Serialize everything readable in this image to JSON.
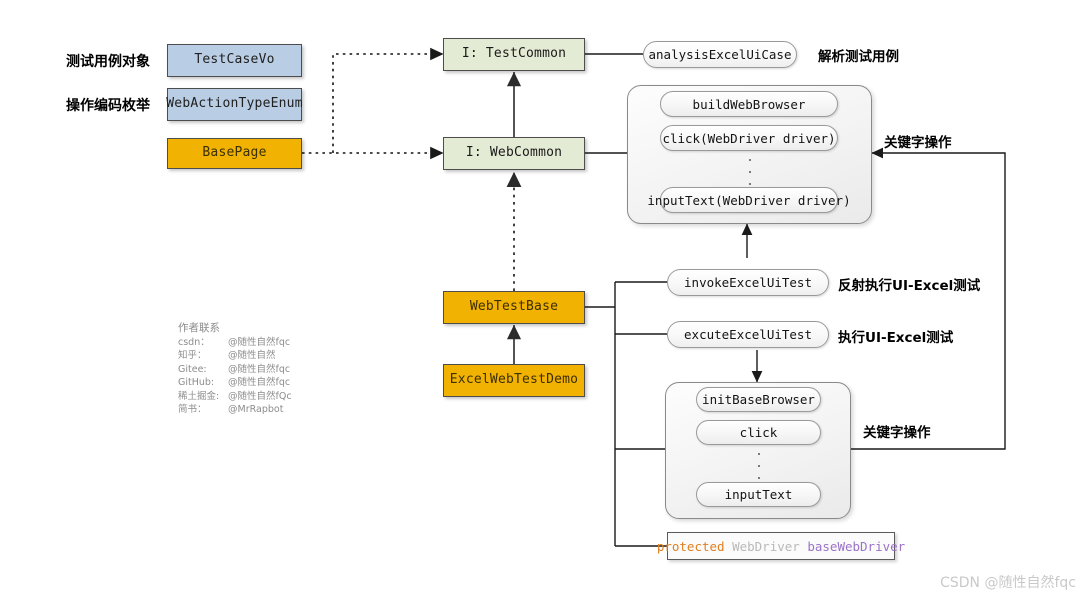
{
  "diagram": {
    "left_labels": [
      {
        "text": "测试用例对象"
      },
      {
        "text": "操作编码枚举"
      }
    ],
    "classes": [
      {
        "name": "TestCaseVo",
        "style": "blue"
      },
      {
        "name": "WebActionTypeEnum",
        "style": "blue"
      },
      {
        "name": "BasePage",
        "style": "gold"
      },
      {
        "name": "I: TestCommon",
        "style": "green"
      },
      {
        "name": "I: WebCommon",
        "style": "green"
      },
      {
        "name": "WebTestBase",
        "style": "gold"
      },
      {
        "name": "ExcelWebTestDemo",
        "style": "gold"
      }
    ],
    "methods": {
      "analysis": "analysisExcelUiCase",
      "web_common_group": [
        "buildWebBrowser",
        "click(WebDriver driver)",
        "inputText(WebDriver driver)"
      ],
      "invoke": "invokeExcelUiTest",
      "excute": "excuteExcelUiTest",
      "base_group": [
        "initBaseBrowser",
        "click",
        "inputText"
      ]
    },
    "annotations": [
      {
        "key": "analysis_note",
        "text": "解析测试用例"
      },
      {
        "key": "keyword_top",
        "text": "关键字操作"
      },
      {
        "key": "invoke_note",
        "text": "反射执行UI-Excel测试"
      },
      {
        "key": "excute_note",
        "text": "执行UI-Excel测试"
      },
      {
        "key": "keyword_bottom",
        "text": "关键字操作"
      }
    ],
    "code_field": {
      "modifier": "protected ",
      "type": "WebDriver ",
      "variable": "baseWebDriver"
    },
    "author": {
      "title": "作者联系",
      "rows": [
        {
          "key": "csdn：",
          "value": "@随性自然fqc"
        },
        {
          "key": "知乎：",
          "value": "@随性自然"
        },
        {
          "key": "Gitee:",
          "value": "@随性自然fqc"
        },
        {
          "key": "GitHub:",
          "value": "@随性自然fqc"
        },
        {
          "key": "稀土掘金:",
          "value": "@随性自然fQc"
        },
        {
          "key": "简书：",
          "value": "@MrRapbot"
        }
      ]
    },
    "watermark": "CSDN @随性自然fqc",
    "colors": {
      "blue_fill": "#b9cde5",
      "gold_fill": "#f2b201",
      "green_fill": "#e4ebd4",
      "line": "#1a1a1a",
      "watermark": "#c9c9c9"
    }
  }
}
